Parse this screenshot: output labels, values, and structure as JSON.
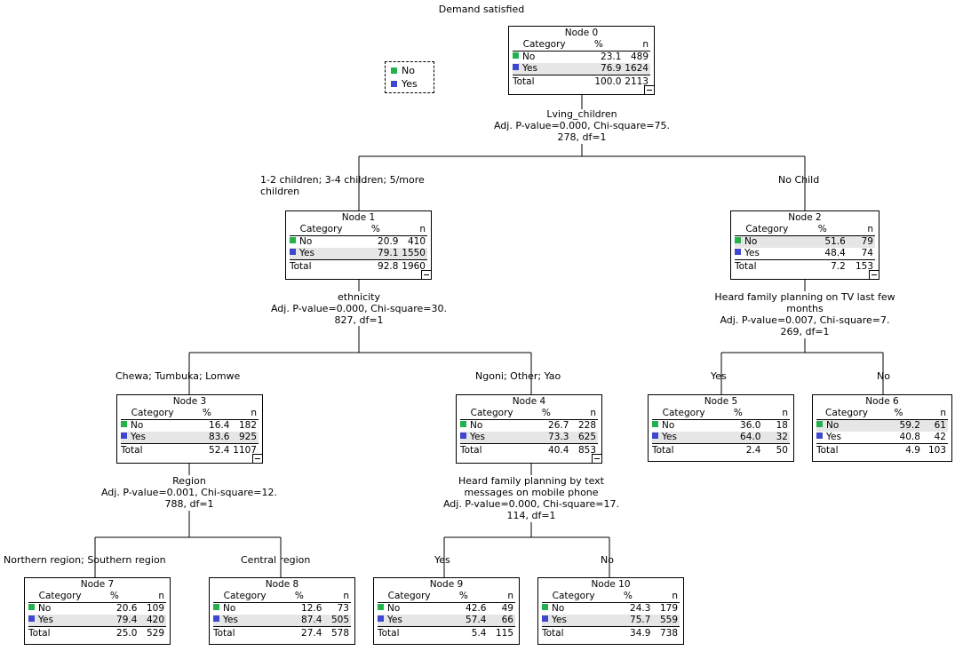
{
  "title": "Demand satisfied",
  "legend": [
    {
      "label": "No",
      "color": "#22b14c"
    },
    {
      "label": "Yes",
      "color": "#3f48cc"
    }
  ],
  "headers": {
    "category": "Category",
    "pct": "%",
    "n": "n",
    "total": "Total"
  },
  "nodes": [
    {
      "id": "node-0",
      "title": "Node 0",
      "no": {
        "label": "No",
        "pct": "23.1",
        "n": "489"
      },
      "yes": {
        "label": "Yes",
        "pct": "76.9",
        "n": "1624"
      },
      "total": {
        "pct": "100.0",
        "n": "2113"
      },
      "highlight": "yes"
    },
    {
      "id": "node-1",
      "title": "Node 1",
      "no": {
        "label": "No",
        "pct": "20.9",
        "n": "410"
      },
      "yes": {
        "label": "Yes",
        "pct": "79.1",
        "n": "1550"
      },
      "total": {
        "pct": "92.8",
        "n": "1960"
      },
      "highlight": "yes"
    },
    {
      "id": "node-2",
      "title": "Node 2",
      "no": {
        "label": "No",
        "pct": "51.6",
        "n": "79"
      },
      "yes": {
        "label": "Yes",
        "pct": "48.4",
        "n": "74"
      },
      "total": {
        "pct": "7.2",
        "n": "153"
      },
      "highlight": "no"
    },
    {
      "id": "node-3",
      "title": "Node 3",
      "no": {
        "label": "No",
        "pct": "16.4",
        "n": "182"
      },
      "yes": {
        "label": "Yes",
        "pct": "83.6",
        "n": "925"
      },
      "total": {
        "pct": "52.4",
        "n": "1107"
      },
      "highlight": "yes"
    },
    {
      "id": "node-4",
      "title": "Node 4",
      "no": {
        "label": "No",
        "pct": "26.7",
        "n": "228"
      },
      "yes": {
        "label": "Yes",
        "pct": "73.3",
        "n": "625"
      },
      "total": {
        "pct": "40.4",
        "n": "853"
      },
      "highlight": "yes"
    },
    {
      "id": "node-5",
      "title": "Node 5",
      "no": {
        "label": "No",
        "pct": "36.0",
        "n": "18"
      },
      "yes": {
        "label": "Yes",
        "pct": "64.0",
        "n": "32"
      },
      "total": {
        "pct": "2.4",
        "n": "50"
      },
      "highlight": "yes"
    },
    {
      "id": "node-6",
      "title": "Node 6",
      "no": {
        "label": "No",
        "pct": "59.2",
        "n": "61"
      },
      "yes": {
        "label": "Yes",
        "pct": "40.8",
        "n": "42"
      },
      "total": {
        "pct": "4.9",
        "n": "103"
      },
      "highlight": "no"
    },
    {
      "id": "node-7",
      "title": "Node 7",
      "no": {
        "label": "No",
        "pct": "20.6",
        "n": "109"
      },
      "yes": {
        "label": "Yes",
        "pct": "79.4",
        "n": "420"
      },
      "total": {
        "pct": "25.0",
        "n": "529"
      },
      "highlight": "yes"
    },
    {
      "id": "node-8",
      "title": "Node 8",
      "no": {
        "label": "No",
        "pct": "12.6",
        "n": "73"
      },
      "yes": {
        "label": "Yes",
        "pct": "87.4",
        "n": "505"
      },
      "total": {
        "pct": "27.4",
        "n": "578"
      },
      "highlight": "yes"
    },
    {
      "id": "node-9",
      "title": "Node 9",
      "no": {
        "label": "No",
        "pct": "42.6",
        "n": "49"
      },
      "yes": {
        "label": "Yes",
        "pct": "57.4",
        "n": "66"
      },
      "total": {
        "pct": "5.4",
        "n": "115"
      },
      "highlight": "yes"
    },
    {
      "id": "node-10",
      "title": "Node 10",
      "no": {
        "label": "No",
        "pct": "24.3",
        "n": "179"
      },
      "yes": {
        "label": "Yes",
        "pct": "75.7",
        "n": "559"
      },
      "total": {
        "pct": "34.9",
        "n": "738"
      },
      "highlight": "yes"
    }
  ],
  "splits": [
    {
      "id": "split-node-0",
      "lines": [
        "Lving_children",
        "Adj. P-value=0.000, Chi-square=75.",
        "278, df=1"
      ]
    },
    {
      "id": "split-node-1",
      "lines": [
        "ethnicity",
        "Adj. P-value=0.000, Chi-square=30.",
        "827, df=1"
      ]
    },
    {
      "id": "split-node-2",
      "lines": [
        "Heard family planning on TV last few",
        "months",
        "Adj. P-value=0.007, Chi-square=7.",
        "269, df=1"
      ]
    },
    {
      "id": "split-node-3",
      "lines": [
        "Region",
        "Adj. P-value=0.001, Chi-square=12.",
        "788, df=1"
      ]
    },
    {
      "id": "split-node-4",
      "lines": [
        "Heard family planning by text",
        "messages on mobile phone",
        "Adj. P-value=0.000, Chi-square=17.",
        "114, df=1"
      ]
    }
  ],
  "branches": [
    {
      "id": "branch-node-1",
      "lines": [
        "1-2 children; 3-4 children; 5/more",
        "children"
      ]
    },
    {
      "id": "branch-node-2",
      "lines": [
        "No Child"
      ]
    },
    {
      "id": "branch-node-3",
      "lines": [
        "Chewa; Tumbuka; Lomwe"
      ]
    },
    {
      "id": "branch-node-4",
      "lines": [
        "Ngoni; Other; Yao"
      ]
    },
    {
      "id": "branch-node-5",
      "lines": [
        "Yes"
      ]
    },
    {
      "id": "branch-node-6",
      "lines": [
        "No"
      ]
    },
    {
      "id": "branch-node-7",
      "lines": [
        "Northern region; Southern region"
      ]
    },
    {
      "id": "branch-node-8",
      "lines": [
        "Central region"
      ]
    },
    {
      "id": "branch-node-9",
      "lines": [
        "Yes"
      ]
    },
    {
      "id": "branch-node-10",
      "lines": [
        "No"
      ]
    }
  ]
}
